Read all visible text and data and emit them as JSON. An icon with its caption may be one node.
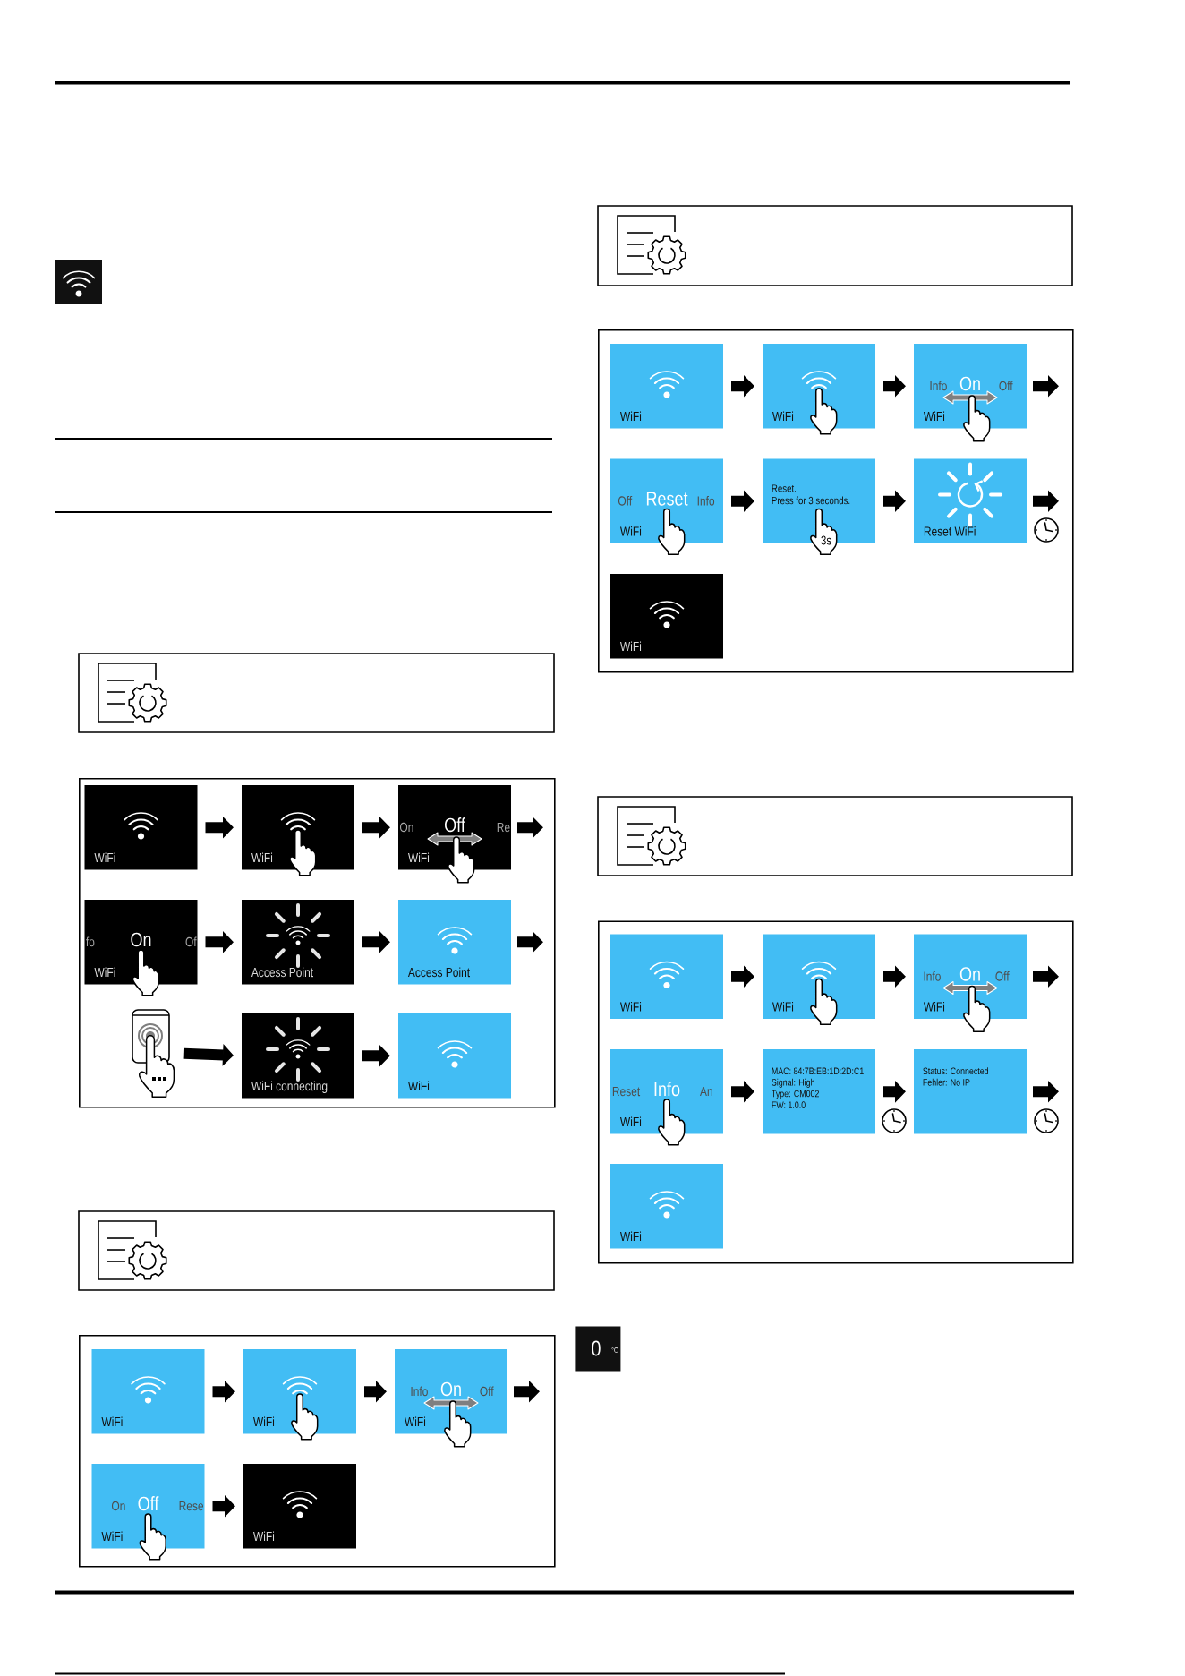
{
  "diagram": {
    "nodes": [
      {
        "text": [],
        "shape": "box"
      },
      {
        "text": [
          "WiFi"
        ],
        "in": 0
      },
      {
        "text": [
          "WiFi"
        ],
        "in": 0
      },
      {
        "text": [
          "On",
          "Off",
          "Re",
          "WiFi"
        ],
        "in": 0
      },
      {
        "text": [
          "fo",
          "On",
          "Of",
          "WiFi"
        ],
        "in": 0
      },
      {
        "text": [
          "Access Point"
        ],
        "in": 0
      },
      {
        "text": [
          "Access Point"
        ],
        "in": 0
      },
      {
        "text": [],
        "shape": "picture",
        "in": 0
      },
      {
        "text": [
          "WiFi connecting"
        ],
        "in": 0
      },
      {
        "text": [
          "WiFi"
        ],
        "in": 0
      },
      {
        "text": [],
        "shape": "box"
      },
      {
        "text": [
          "WiFi"
        ],
        "in": 10
      },
      {
        "text": [
          "WiFi"
        ],
        "in": 10
      },
      {
        "text": [
          "Info",
          "On",
          "Off",
          "WiFi"
        ],
        "in": 10
      },
      {
        "text": [
          "On",
          "Off",
          "Rese",
          "WiFi"
        ],
        "in": 10
      },
      {
        "text": [
          "WiFi"
        ],
        "in": 10
      },
      {
        "text": [],
        "shape": "box"
      },
      {
        "text": [
          "WiFi"
        ],
        "in": 16
      },
      {
        "text": [
          "WiFi"
        ],
        "in": 16
      },
      {
        "text": [
          "Info",
          "On",
          "Off",
          "WiFi"
        ],
        "in": 16
      },
      {
        "text": [
          "Off",
          "Reset",
          "Info",
          "WiFi"
        ],
        "in": 16
      },
      {
        "text": [
          "Reset.",
          "Press for 3 seconds.",
          "3s"
        ],
        "in": 16
      },
      {
        "text": [
          "Reset WiFi"
        ],
        "in": 16
      },
      {
        "text": [
          "WiFi"
        ],
        "in": 16
      },
      {
        "text": [],
        "shape": "box"
      },
      {
        "text": [
          "WiFi"
        ],
        "in": 24
      },
      {
        "text": [
          "WiFi"
        ],
        "in": 24
      },
      {
        "text": [
          "Info",
          "On",
          "Off",
          "WiFi"
        ],
        "in": 24
      },
      {
        "text": [
          "Reset",
          "Info",
          "An",
          "WiFi"
        ],
        "in": 24
      },
      {
        "text": [
          "MAC: 84:7B:EB:1D:2D:C1",
          "Signal: High",
          "Type: CM002",
          "FW: 1.0.0"
        ],
        "in": 24
      },
      {
        "text": [
          "Status: Connected",
          "Fehler: No IP"
        ],
        "in": 24
      },
      {
        "text": [
          "WiFi"
        ],
        "in": 24
      },
      {
        "text": [
          "0",
          "°C"
        ]
      }
    ],
    "edges": [
      {
        "from": 1,
        "to": 2,
        "arrow": "to"
      },
      {
        "from": 2,
        "to": 3,
        "arrow": "to"
      },
      {
        "from": 3,
        "to": null,
        "arrow": "to"
      },
      {
        "from": 4,
        "to": 5,
        "arrow": "to"
      },
      {
        "from": 5,
        "to": 6,
        "arrow": "to"
      },
      {
        "from": 6,
        "to": null,
        "arrow": "to"
      },
      {
        "from": 7,
        "to": 8,
        "arrow": "to"
      },
      {
        "from": 8,
        "to": 9,
        "arrow": "to"
      },
      {
        "from": 11,
        "to": 12,
        "arrow": "to"
      },
      {
        "from": 12,
        "to": 13,
        "arrow": "to"
      },
      {
        "from": 13,
        "to": null,
        "arrow": "to"
      },
      {
        "from": 14,
        "to": 15,
        "arrow": "to"
      },
      {
        "from": 17,
        "to": 18,
        "arrow": "to"
      },
      {
        "from": 18,
        "to": 19,
        "arrow": "to"
      },
      {
        "from": 19,
        "to": null,
        "arrow": "to"
      },
      {
        "from": 20,
        "to": 21,
        "arrow": "to"
      },
      {
        "from": 21,
        "to": 22,
        "arrow": "to"
      },
      {
        "from": 22,
        "to": null,
        "arrow": "to"
      },
      {
        "from": 25,
        "to": 26,
        "arrow": "to"
      },
      {
        "from": 26,
        "to": 27,
        "arrow": "to"
      },
      {
        "from": 27,
        "to": null,
        "arrow": "to"
      },
      {
        "from": 28,
        "to": 29,
        "arrow": "to"
      },
      {
        "from": 29,
        "to": 30,
        "arrow": "to"
      },
      {
        "from": 30,
        "to": null,
        "arrow": "to"
      }
    ]
  }
}
